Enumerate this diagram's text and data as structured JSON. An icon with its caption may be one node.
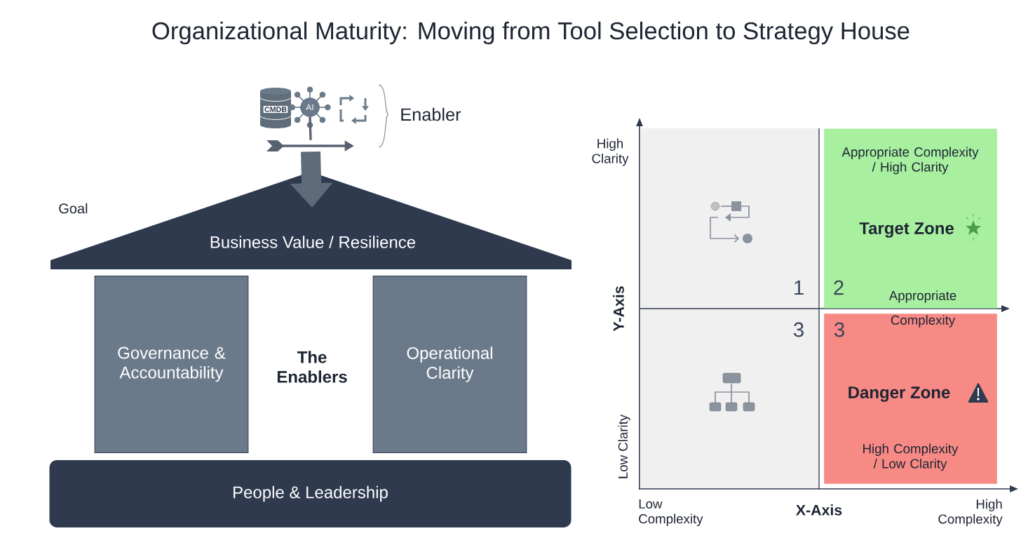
{
  "diagram": {
    "title": "Organizational Maturity: Moving from Tool Selection to Strategy House",
    "nodes": [
      {
        "text": [
          "Business Value / Resilience"
        ]
      },
      {
        "text": [
          "Governance & Accountability"
        ]
      },
      {
        "text": [
          "Operational Clarity"
        ]
      },
      {
        "text": [
          "People & Leadership"
        ]
      },
      {
        "text": [
          "CMDB"
        ]
      },
      {
        "text": [
          "AI"
        ]
      },
      {
        "text": [
          "Appropriate Complexity / High Clarity",
          "Target Zone"
        ]
      },
      {
        "text": [
          "Danger Zone",
          "High Complexity / Low Clarity"
        ]
      },
      {
        "text": [],
        "shape": "weathervane"
      }
    ],
    "edges": [
      {
        "from": 5,
        "to": 8,
        "arrow": "none"
      },
      {
        "from": 8,
        "to": 0,
        "arrow": "to",
        "style": "thick"
      }
    ],
    "labels": [
      "Enabler",
      "Goal",
      "The Enablers",
      "High Clarity",
      "1",
      "2",
      "Appropriate",
      "Y-Axis",
      "Complexity",
      "3",
      "3",
      "Low Clarity",
      "Low Complexity",
      "X-Axis",
      "High Complexity"
    ]
  }
}
